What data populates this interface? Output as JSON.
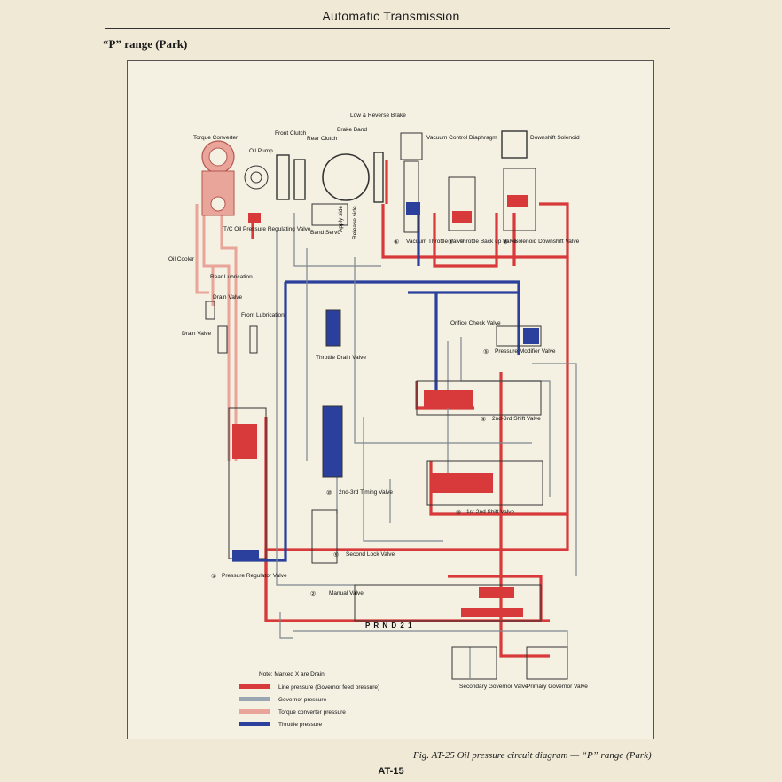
{
  "header": {
    "title": "Automatic Transmission"
  },
  "section": {
    "title": "“P” range (Park)"
  },
  "labels": {
    "torque_converter": "Torque Converter",
    "oil_pump": "Oil Pump",
    "front_clutch": "Front Clutch",
    "rear_clutch": "Rear Clutch",
    "low_reverse_brake": "Low & Reverse Brake",
    "brake_band": "Brake Band",
    "vacuum_diaphragm": "Vacuum Control Diaphragm",
    "downshift_solenoid": "Downshift Solenoid",
    "tc_oil_pressure_valve": "T/C Oil Pressure Regulating Valve",
    "oil_cooler": "Oil Cooler",
    "rear_lubrication": "Rear Lubrication",
    "drain_valve_1": "Drain Valve",
    "front_lubrication": "Front Lubrication",
    "drain_valve_2": "Drain Valve",
    "band_servo": "Band Servo",
    "release_side": "Release side",
    "apply_side": "Apply side",
    "vacuum_throttle_valve": "Vacuum Throttle Valve",
    "throttle_backup_valve": "Throttle Back up Valve",
    "solenoid_downshift_valve": "Solenoid Downshift Valve",
    "orifice_check_valve": "Orifice Check Valve",
    "pressure_modifier_valve": "Pressure Modifier Valve",
    "throttle_drain_valve": "Throttle Drain Valve",
    "shift_2_3_valve": "2nd-3rd Shift Valve",
    "timing_2_3_valve": "2nd-3rd Timing Valve",
    "shift_1_2_valve": "1st-2nd Shift Valve",
    "second_lock_valve": "Second Lock Valve",
    "pressure_regulator_valve": "Pressure Regulator Valve",
    "manual_valve": "Manual Valve",
    "selector_positions": "P R N D 2 1",
    "secondary_governor_valve": "Secondary Governor Valve",
    "primary_governor_valve": "Primary Governor Valve"
  },
  "valve_numbers": [
    "①",
    "②",
    "③",
    "④",
    "⑤",
    "⑥",
    "⑦",
    "⑧",
    "⑨",
    "⑩"
  ],
  "legend": {
    "note": "Note:  Marked X are Drain",
    "items": [
      {
        "label": "Line pressure (Governor feed pressure)",
        "color": "#d8393a"
      },
      {
        "label": "Governor pressure",
        "color": "#9aa6b2"
      },
      {
        "label": "Torque converter pressure",
        "color": "#e9a59a"
      },
      {
        "label": "Throttle pressure",
        "color": "#2b3f9c"
      }
    ]
  },
  "colors": {
    "line_pressure": "#d8393a",
    "governor_pressure": "#9aa6b2",
    "torque_converter_pressure": "#e9a59a",
    "throttle_pressure": "#2b3f9c"
  },
  "caption": "Fig. AT-25  Oil pressure circuit diagram — “P” range (Park)",
  "page_number": "AT-15"
}
